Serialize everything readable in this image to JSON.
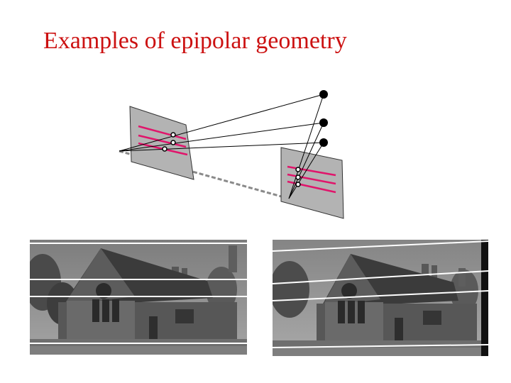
{
  "slide": {
    "title": "Examples of epipolar geometry"
  },
  "colors": {
    "title": "#cc1111",
    "image_plane": "#b3b3b3",
    "epipolar_line": "#e0156b",
    "baseline": "#8a8a8a",
    "ray": "#000000",
    "photo_epipolar_line": "#ffffff"
  },
  "icons": {
    "scene_point": "filled-circle",
    "image_point": "hollow-circle",
    "camera_center": "vertex"
  }
}
